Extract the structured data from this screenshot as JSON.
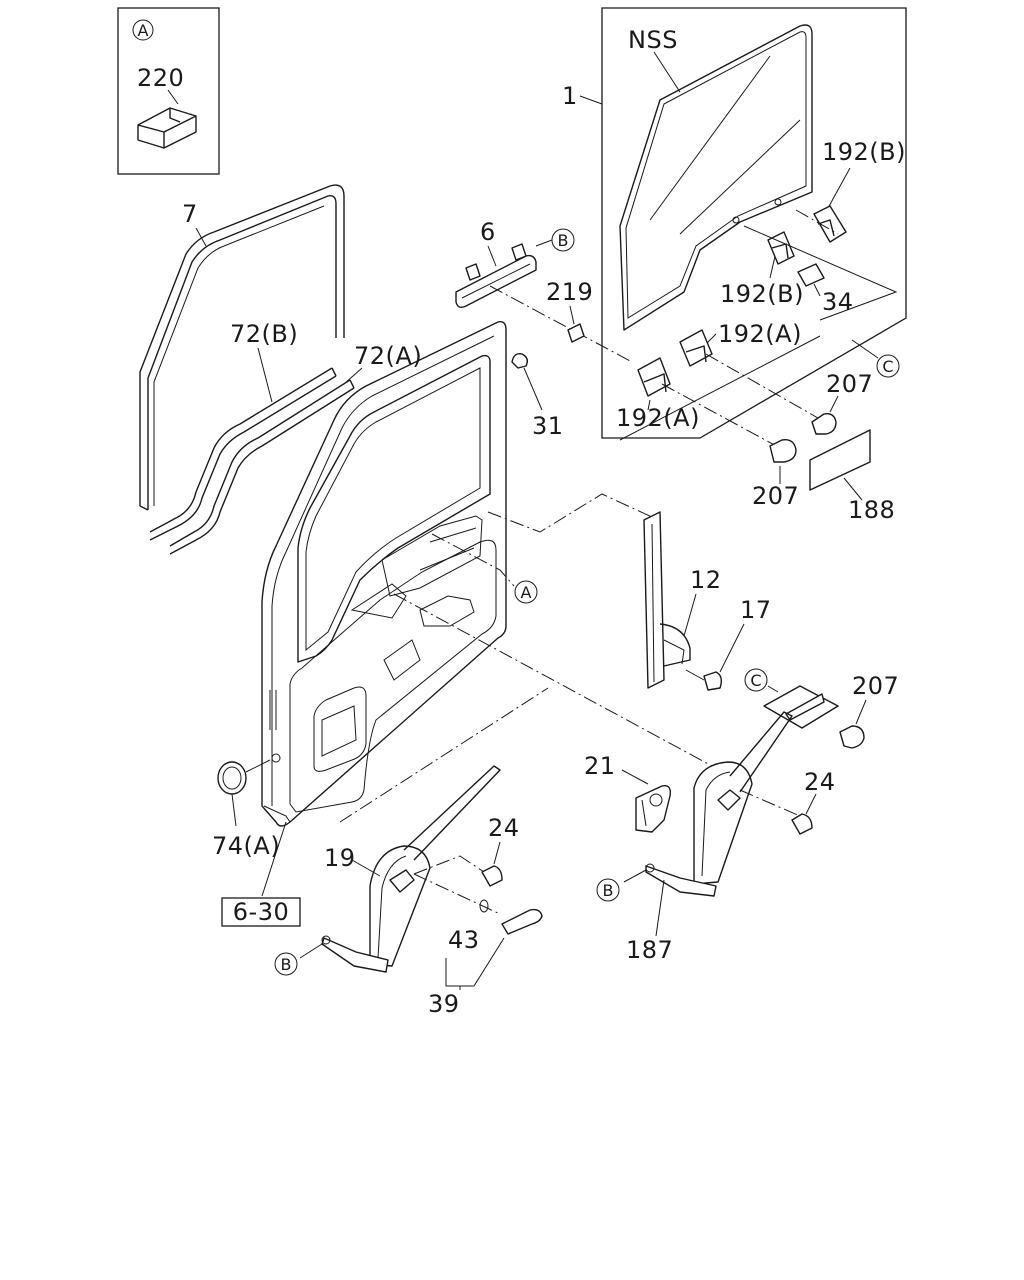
{
  "labels": {
    "a_inset_circle": "A",
    "p220": "220",
    "nss": "NSS",
    "p1": "1",
    "p7": "7",
    "p6": "6",
    "b_top": "B",
    "p219": "219",
    "p192b_top": "192(B)",
    "p192b_mid": "192(B)",
    "p34": "34",
    "p192a_right": "192(A)",
    "p72b": "72(B)",
    "p72a": "72(A)",
    "p31": "31",
    "p192a_left": "192(A)",
    "c_top": "C",
    "p207_top": "207",
    "p207_mid": "207",
    "p188": "188",
    "a_door": "A",
    "p12": "12",
    "p17": "17",
    "c_mid": "C",
    "p207_right": "207",
    "p21": "21",
    "p24_right": "24",
    "p74a": "74(A)",
    "p19": "19",
    "p24_left": "24",
    "ref_6_30": "6-30",
    "b_right": "B",
    "p187": "187",
    "b_left": "B",
    "p43": "43",
    "p39": "39"
  }
}
